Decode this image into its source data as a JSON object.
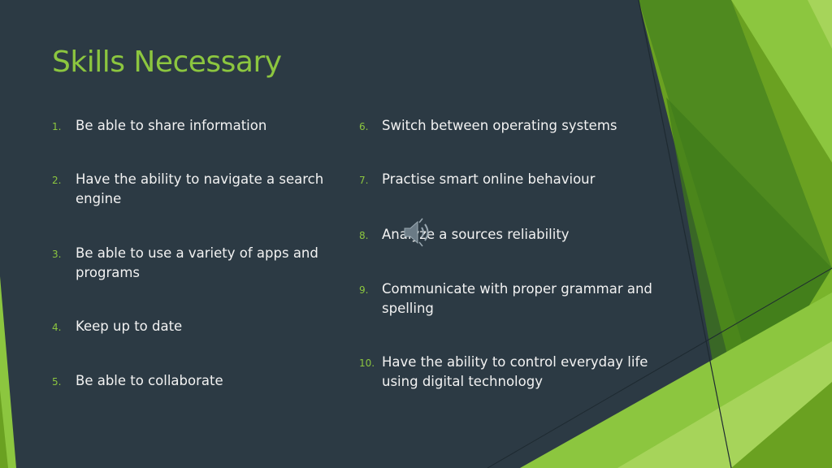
{
  "slide": {
    "title": "Skills Necessary",
    "left_list": [
      {
        "num": "1.",
        "text": "Be able to share information"
      },
      {
        "num": "2.",
        "text": "Have the ability to navigate a search engine"
      },
      {
        "num": "3.",
        "text": "Be able to use a variety of apps and programs"
      },
      {
        "num": "4.",
        "text": "Keep up to date"
      },
      {
        "num": "5.",
        "text": "Be able to collaborate"
      }
    ],
    "right_list": [
      {
        "num": "6.",
        "text": "Switch between operating systems"
      },
      {
        "num": "7.",
        "text": "Practise smart online behaviour"
      },
      {
        "num": "8.",
        "text": "Analyze a sources reliability"
      },
      {
        "num": "9.",
        "text": "Communicate with proper grammar and spelling"
      },
      {
        "num": "10.",
        "text": "Have the ability to control everyday life using digital technology"
      }
    ]
  },
  "colors": {
    "background": "#2c3a44",
    "accent_green": "#8cc63f",
    "text": "#f2f2f2"
  },
  "icons": {
    "audio": "speaker-audio-icon"
  }
}
